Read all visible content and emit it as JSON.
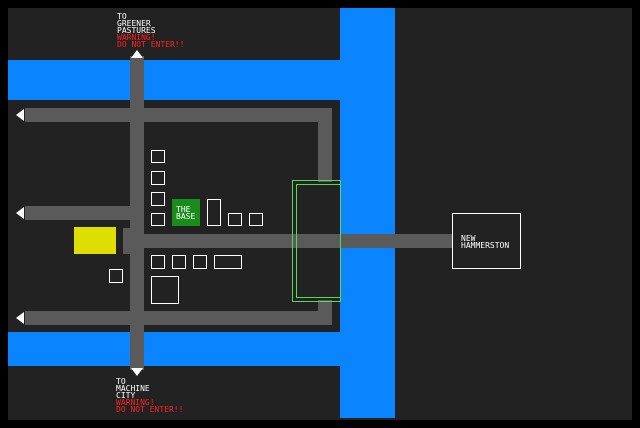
{
  "colors": {
    "background": "#000000",
    "ground": "#222222",
    "water": "#0a84ff",
    "road": "#5a5a5a",
    "building_outline": "#ffffff",
    "base_fill": "#1a8c1a",
    "highlight_fill": "#dede00",
    "bridge_outline": "#58d858",
    "warning_text": "#ff2020"
  },
  "labels": {
    "north": {
      "destination": "TO\nGREENER\nPASTURES",
      "warning": "WARNING!\nDO NOT ENTER!!"
    },
    "south": {
      "destination": "TO\nMACHINE\nCITY",
      "warning": "WARNING!\nDO NOT ENTER!!"
    },
    "base": "THE\nBASE",
    "town": "NEW\nHAMMERSTON"
  },
  "icons": {
    "exit_north": "triangle-up-icon",
    "exit_south": "triangle-down-icon",
    "exit_west": "triangle-left-icon"
  }
}
